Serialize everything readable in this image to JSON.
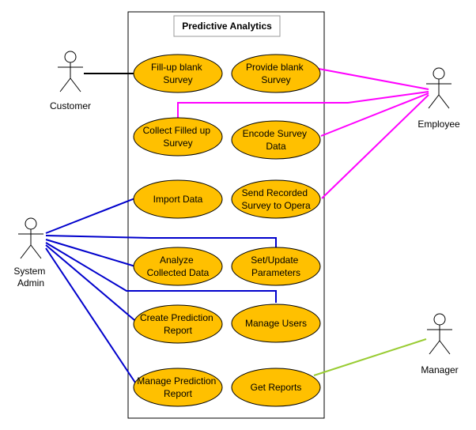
{
  "system": {
    "title": "Predictive Analytics"
  },
  "actors": [
    {
      "id": "customer",
      "label": [
        "Customer"
      ]
    },
    {
      "id": "employee",
      "label": [
        "Employee"
      ]
    },
    {
      "id": "sysadmin",
      "label": [
        "System",
        "Admin"
      ]
    },
    {
      "id": "manager",
      "label": [
        "Manager"
      ]
    }
  ],
  "use_cases": [
    {
      "id": "fillup",
      "label": [
        "Fill-up blank",
        "Survey"
      ]
    },
    {
      "id": "provide",
      "label": [
        "Provide blank",
        "Survey"
      ]
    },
    {
      "id": "collect",
      "label": [
        "Collect Filled up",
        "Survey"
      ]
    },
    {
      "id": "encode",
      "label": [
        "Encode Survey",
        "Data"
      ]
    },
    {
      "id": "import",
      "label": [
        "Import Data"
      ]
    },
    {
      "id": "send",
      "label": [
        "Send Recorded",
        "Survey to Opera"
      ]
    },
    {
      "id": "analyze",
      "label": [
        "Analyze",
        "Collected Data"
      ]
    },
    {
      "id": "setparams",
      "label": [
        "Set/Update",
        "Parameters"
      ]
    },
    {
      "id": "createreport",
      "label": [
        "Create Prediction",
        "Report"
      ]
    },
    {
      "id": "manageusers",
      "label": [
        "Manage Users"
      ]
    },
    {
      "id": "managereport",
      "label": [
        "Manage Prediction",
        "Report"
      ]
    },
    {
      "id": "getreports",
      "label": [
        "Get Reports"
      ]
    }
  ],
  "colors": {
    "use_case_fill": "#FFC000",
    "use_case_stroke": "#000000",
    "customer_link": "#000000",
    "employee_link": "#FF00FF",
    "sysadmin_link": "#0000CC",
    "manager_link": "#99CC33"
  }
}
